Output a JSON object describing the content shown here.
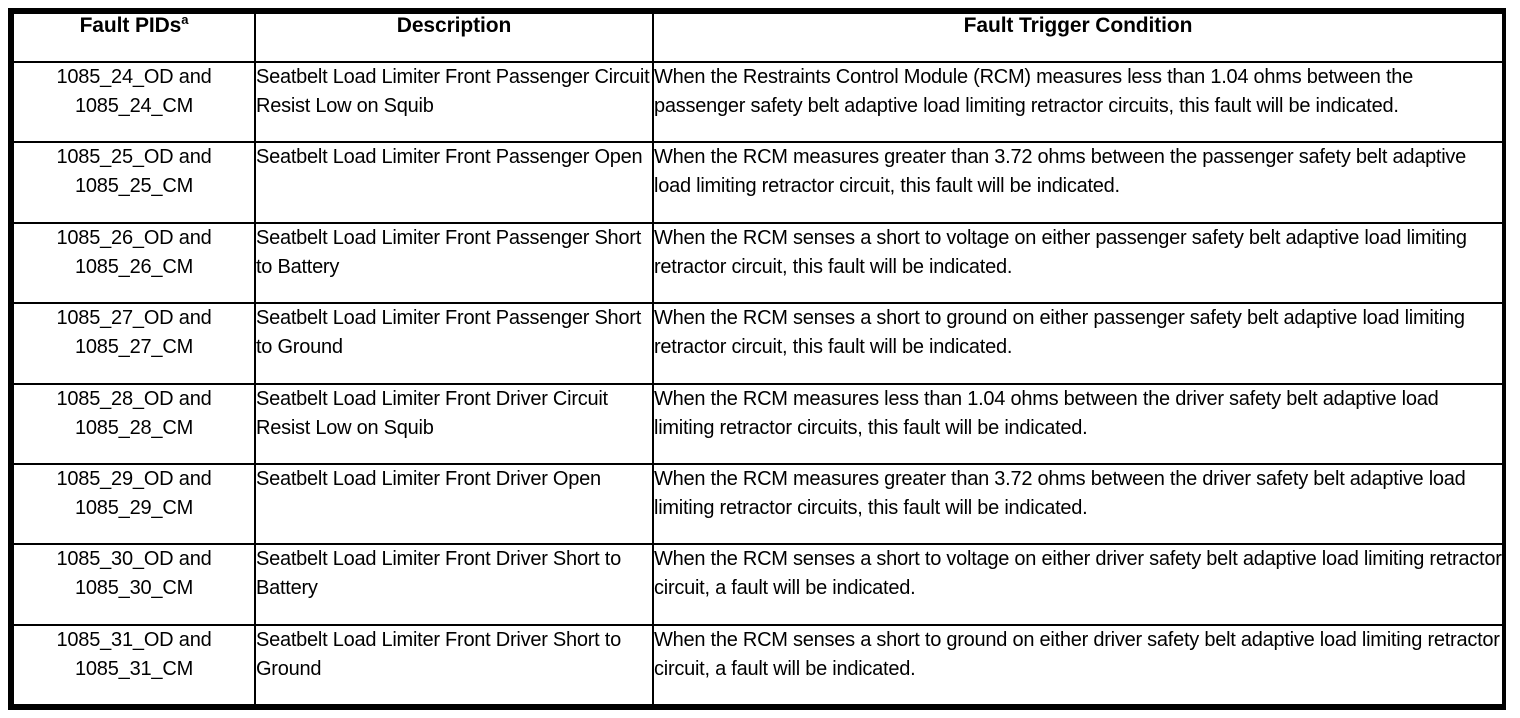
{
  "table": {
    "headers": {
      "pid": "Fault PIDs",
      "pid_superscript": "a",
      "description": "Description",
      "condition": "Fault Trigger Condition"
    },
    "rows": [
      {
        "pid_line1": "1085_24_OD and",
        "pid_line2": "1085_24_CM",
        "description": "Seatbelt Load Limiter Front Passenger Circuit Resist Low on Squib",
        "condition": "When the Restraints Control Module (RCM) measures less than 1.04 ohms between the passenger safety belt adaptive load limiting retractor circuits, this fault will be indicated."
      },
      {
        "pid_line1": "1085_25_OD and",
        "pid_line2": "1085_25_CM",
        "description": "Seatbelt Load Limiter Front Passenger Open",
        "condition": "When the RCM measures greater than 3.72 ohms between the passenger safety belt adaptive load limiting retractor circuit, this fault will be indicated."
      },
      {
        "pid_line1": "1085_26_OD and",
        "pid_line2": "1085_26_CM",
        "description": "Seatbelt Load Limiter Front Passenger Short to Battery",
        "condition": "When the RCM senses a short to voltage on either passenger safety belt adaptive load limiting retractor circuit, this fault will be indicated."
      },
      {
        "pid_line1": "1085_27_OD and",
        "pid_line2": "1085_27_CM",
        "description": "Seatbelt Load Limiter Front Passenger Short to Ground",
        "condition": "When the RCM senses a short to ground on either passenger safety belt adaptive load limiting retractor circuit, this fault will be indicated."
      },
      {
        "pid_line1": "1085_28_OD and",
        "pid_line2": "1085_28_CM",
        "description": "Seatbelt Load Limiter Front Driver Circuit Resist Low on Squib",
        "condition": "When the RCM measures less than 1.04 ohms between the driver safety belt adaptive load limiting retractor circuits, this fault will be indicated."
      },
      {
        "pid_line1": "1085_29_OD and",
        "pid_line2": "1085_29_CM",
        "description": "Seatbelt Load Limiter Front Driver Open",
        "condition": "When the RCM measures greater than 3.72 ohms between the driver safety belt adaptive load limiting retractor circuits, this fault will be indicated."
      },
      {
        "pid_line1": "1085_30_OD and",
        "pid_line2": "1085_30_CM",
        "description": "Seatbelt Load Limiter Front Driver Short to Battery",
        "condition": "When the RCM senses a short to voltage on either driver safety belt adaptive load limiting retractor circuit, a fault will be indicated."
      },
      {
        "pid_line1": "1085_31_OD and",
        "pid_line2": "1085_31_CM",
        "description": "Seatbelt Load Limiter Front Driver Short to Ground",
        "condition": "When the RCM senses a short to ground on either driver safety belt adaptive load limiting retractor circuit, a fault will be indicated."
      }
    ]
  },
  "colors": {
    "border": "#000000",
    "text": "#000000",
    "background": "#ffffff"
  }
}
